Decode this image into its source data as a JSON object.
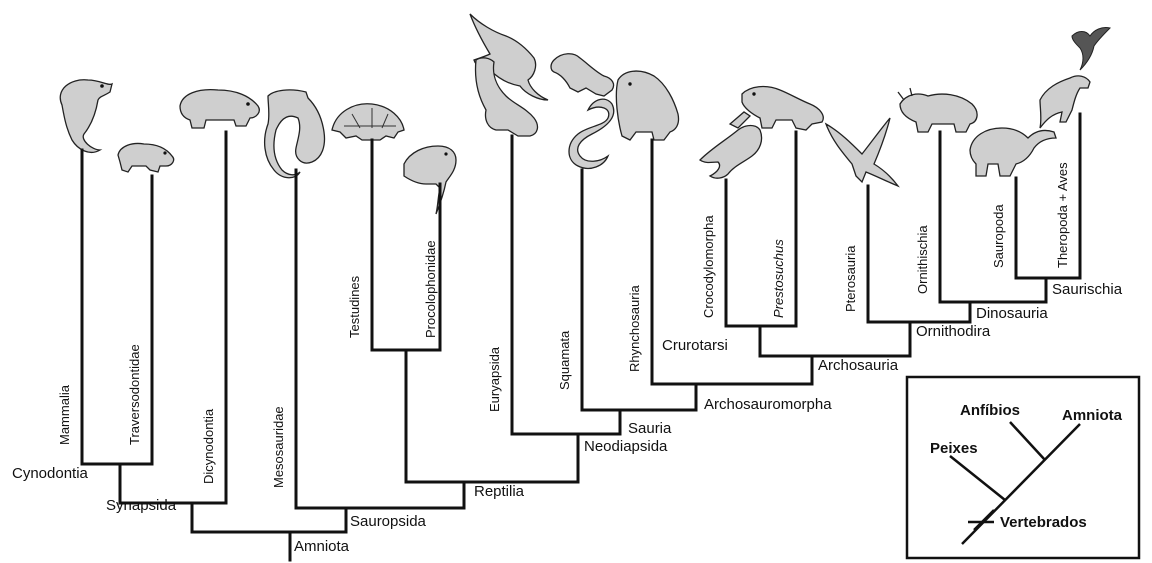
{
  "tips": [
    {
      "id": "mammalia",
      "label": "Mammalia",
      "italic": false
    },
    {
      "id": "traversodontidae",
      "label": "Traversodontidae",
      "italic": false
    },
    {
      "id": "dicynodontia",
      "label": "Dicynodontia",
      "italic": false
    },
    {
      "id": "mesosauridae",
      "label": "Mesosauridae",
      "italic": false
    },
    {
      "id": "testudines",
      "label": "Testudines",
      "italic": false
    },
    {
      "id": "procolophonidae",
      "label": "Procolophonidae",
      "italic": false
    },
    {
      "id": "euryapsida",
      "label": "Euryapsida",
      "italic": false
    },
    {
      "id": "squamata",
      "label": "Squamata",
      "italic": false
    },
    {
      "id": "rhynchosauria",
      "label": "Rhynchosauria",
      "italic": false
    },
    {
      "id": "crocodylomorpha",
      "label": "Crocodylomorpha",
      "italic": false
    },
    {
      "id": "prestosuchus",
      "label": "Prestosuchus",
      "italic": true
    },
    {
      "id": "pterosauria",
      "label": "Pterosauria",
      "italic": false
    },
    {
      "id": "ornithischia",
      "label": "Ornithischia",
      "italic": false
    },
    {
      "id": "sauropoda",
      "label": "Sauropoda",
      "italic": false
    },
    {
      "id": "theropoda_aves",
      "label": "Theropoda + Aves",
      "italic": false
    }
  ],
  "nodes": [
    {
      "id": "amniota",
      "label": "Amniota"
    },
    {
      "id": "synapsida",
      "label": "Synapsida"
    },
    {
      "id": "cynodontia",
      "label": "Cynodontia"
    },
    {
      "id": "sauropsida",
      "label": "Sauropsida"
    },
    {
      "id": "reptilia",
      "label": "Reptilia"
    },
    {
      "id": "neodiapsida",
      "label": "Neodiapsida"
    },
    {
      "id": "sauria",
      "label": "Sauria"
    },
    {
      "id": "archosauromorpha",
      "label": "Archosauromorpha"
    },
    {
      "id": "archosauria",
      "label": "Archosauria"
    },
    {
      "id": "crurotarsi",
      "label": "Crurotarsi"
    },
    {
      "id": "ornithodira",
      "label": "Ornithodira"
    },
    {
      "id": "dinosauria",
      "label": "Dinosauria"
    },
    {
      "id": "saurischia",
      "label": "Saurischia"
    }
  ],
  "inset": {
    "peixes": "Peixes",
    "anfibios": "Anfíbios",
    "amniota": "Amniota",
    "vertebrados": "Vertebrados"
  },
  "silhouettes": [
    "cynodont-silhouette",
    "traversodontid-silhouette",
    "dicynodont-silhouette",
    "mesosaur-silhouette",
    "turtle-silhouette",
    "procolophonid-silhouette",
    "ichthyosaur-silhouette",
    "plesiosaur-silhouette",
    "lizard-silhouette",
    "snake-silhouette",
    "rhynchosaur-silhouette",
    "crocodile-silhouette",
    "prestosuchus-silhouette",
    "pterosaur-silhouette",
    "ceratopsian-silhouette",
    "sauropod-silhouette",
    "theropod-silhouette",
    "bird-silhouette"
  ]
}
